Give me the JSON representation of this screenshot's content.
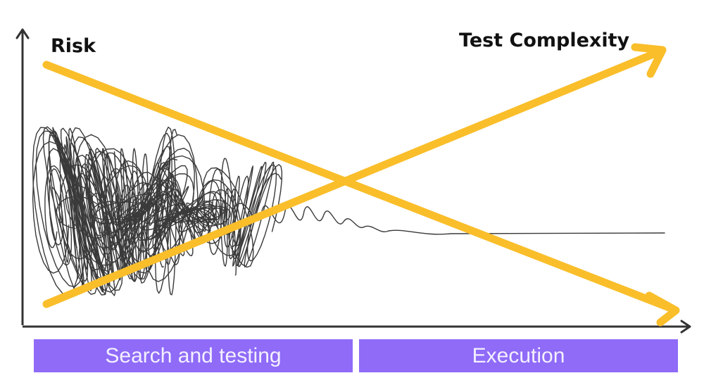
{
  "labels": {
    "risk": "Risk",
    "test_complexity": "Test Complexity"
  },
  "phases": [
    {
      "label": "Search and testing"
    },
    {
      "label": "Execution"
    }
  ],
  "colors": {
    "arrow": "#F9BE2A",
    "phase_bar": "#8F6BF8",
    "axis": "#333333",
    "scribble": "#3a3a3a"
  }
}
